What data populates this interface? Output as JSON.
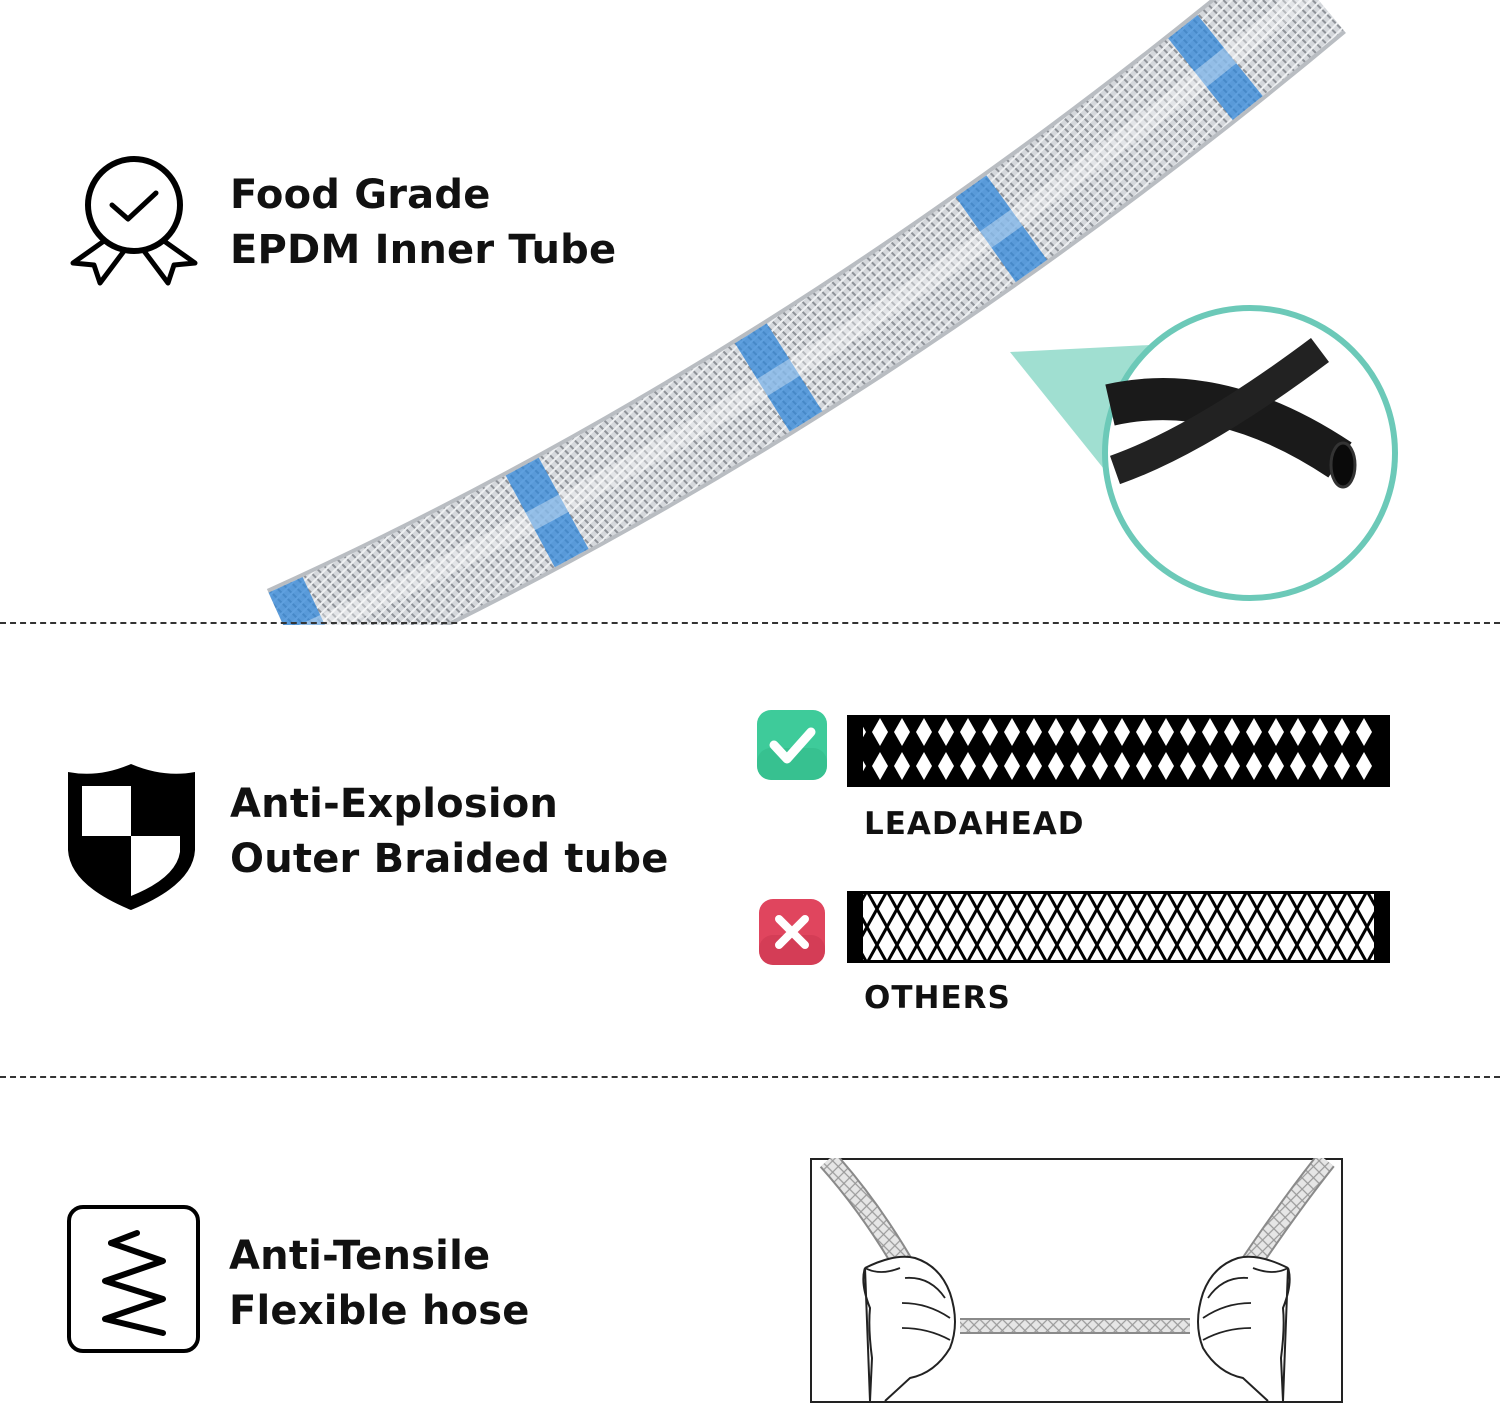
{
  "features": [
    {
      "line1": "Food Grade",
      "line2": "EPDM Inner Tube",
      "icon": "award-badge-icon"
    },
    {
      "line1": "Anti-Explosion",
      "line2": "Outer Braided tube",
      "icon": "shield-icon"
    },
    {
      "line1": "Anti-Tensile",
      "line2": "Flexible hose",
      "icon": "spring-icon"
    }
  ],
  "comparison": {
    "good_label": "LEADAHEAD",
    "bad_label": "OTHERS",
    "good_icon": "check-icon",
    "bad_icon": "cross-icon",
    "good_color": "#3ecb9a",
    "bad_color": "#e0455e"
  },
  "colors": {
    "accent_teal": "#6cc9b8",
    "braid_blue": "#2f86d8",
    "braid_silver": "#c9ccd0"
  }
}
